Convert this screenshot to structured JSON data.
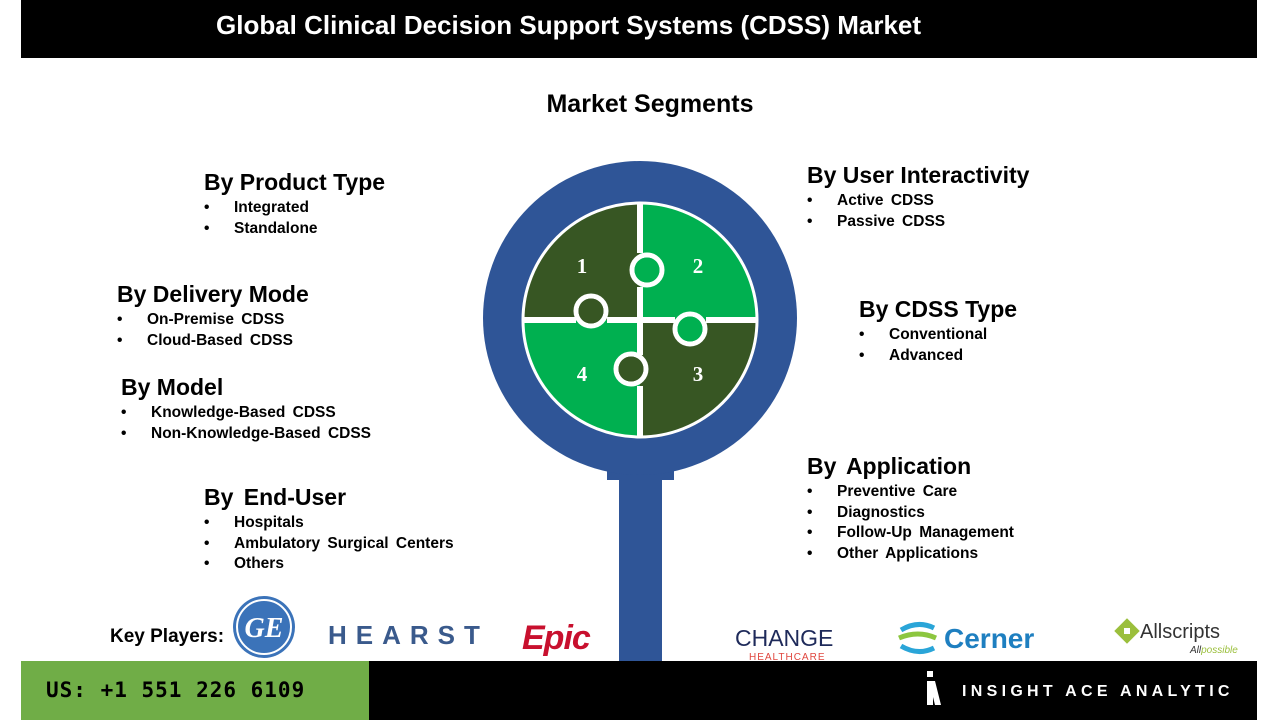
{
  "header": {
    "title": "Global Clinical Decision Support Systems (CDSS) Market"
  },
  "subtitle": "Market Segments",
  "segments": {
    "product_type": {
      "title": "By Product Type",
      "items": [
        "Integrated",
        "Standalone"
      ]
    },
    "delivery_mode": {
      "title": "By Delivery Mode",
      "items": [
        "On-Premise CDSS",
        "Cloud-Based CDSS"
      ]
    },
    "model": {
      "title": "By Model",
      "items": [
        "Knowledge-Based CDSS",
        "Non-Knowledge-Based CDSS"
      ]
    },
    "end_user": {
      "title": "By End-User",
      "items": [
        "Hospitals",
        "Ambulatory Surgical Centers",
        "Others"
      ]
    },
    "user_interactivity": {
      "title": "By User Interactivity",
      "items": [
        "Active CDSS",
        "Passive CDSS"
      ]
    },
    "cdss_type": {
      "title": "By CDSS Type",
      "items": [
        "Conventional",
        "Advanced"
      ]
    },
    "application": {
      "title": "By Application",
      "items": [
        "Preventive Care",
        "Diagnostics",
        "Follow-Up Management",
        "Other Applications"
      ]
    }
  },
  "bullet": "•",
  "puzzle": {
    "labels": [
      "1",
      "2",
      "3",
      "4"
    ]
  },
  "key_players": {
    "label": "Key Players:",
    "logos": {
      "ge": "GE",
      "hearst": "HEARST",
      "epic": "Epic",
      "change_1": "CHANGE",
      "change_2": "HEALTHCARE",
      "cerner": "Cerner",
      "allscripts": "Allscripts",
      "allscripts_tag_1": "All",
      "allscripts_tag_2": "possible"
    }
  },
  "footer": {
    "phone": "US: +1 551 226 6109",
    "brand": "INSIGHT ACE ANALYTIC"
  },
  "colors": {
    "ring": "#2f5597",
    "dark_piece": "#375623",
    "light_piece": "#00b050",
    "footer_green": "#70ad47"
  }
}
